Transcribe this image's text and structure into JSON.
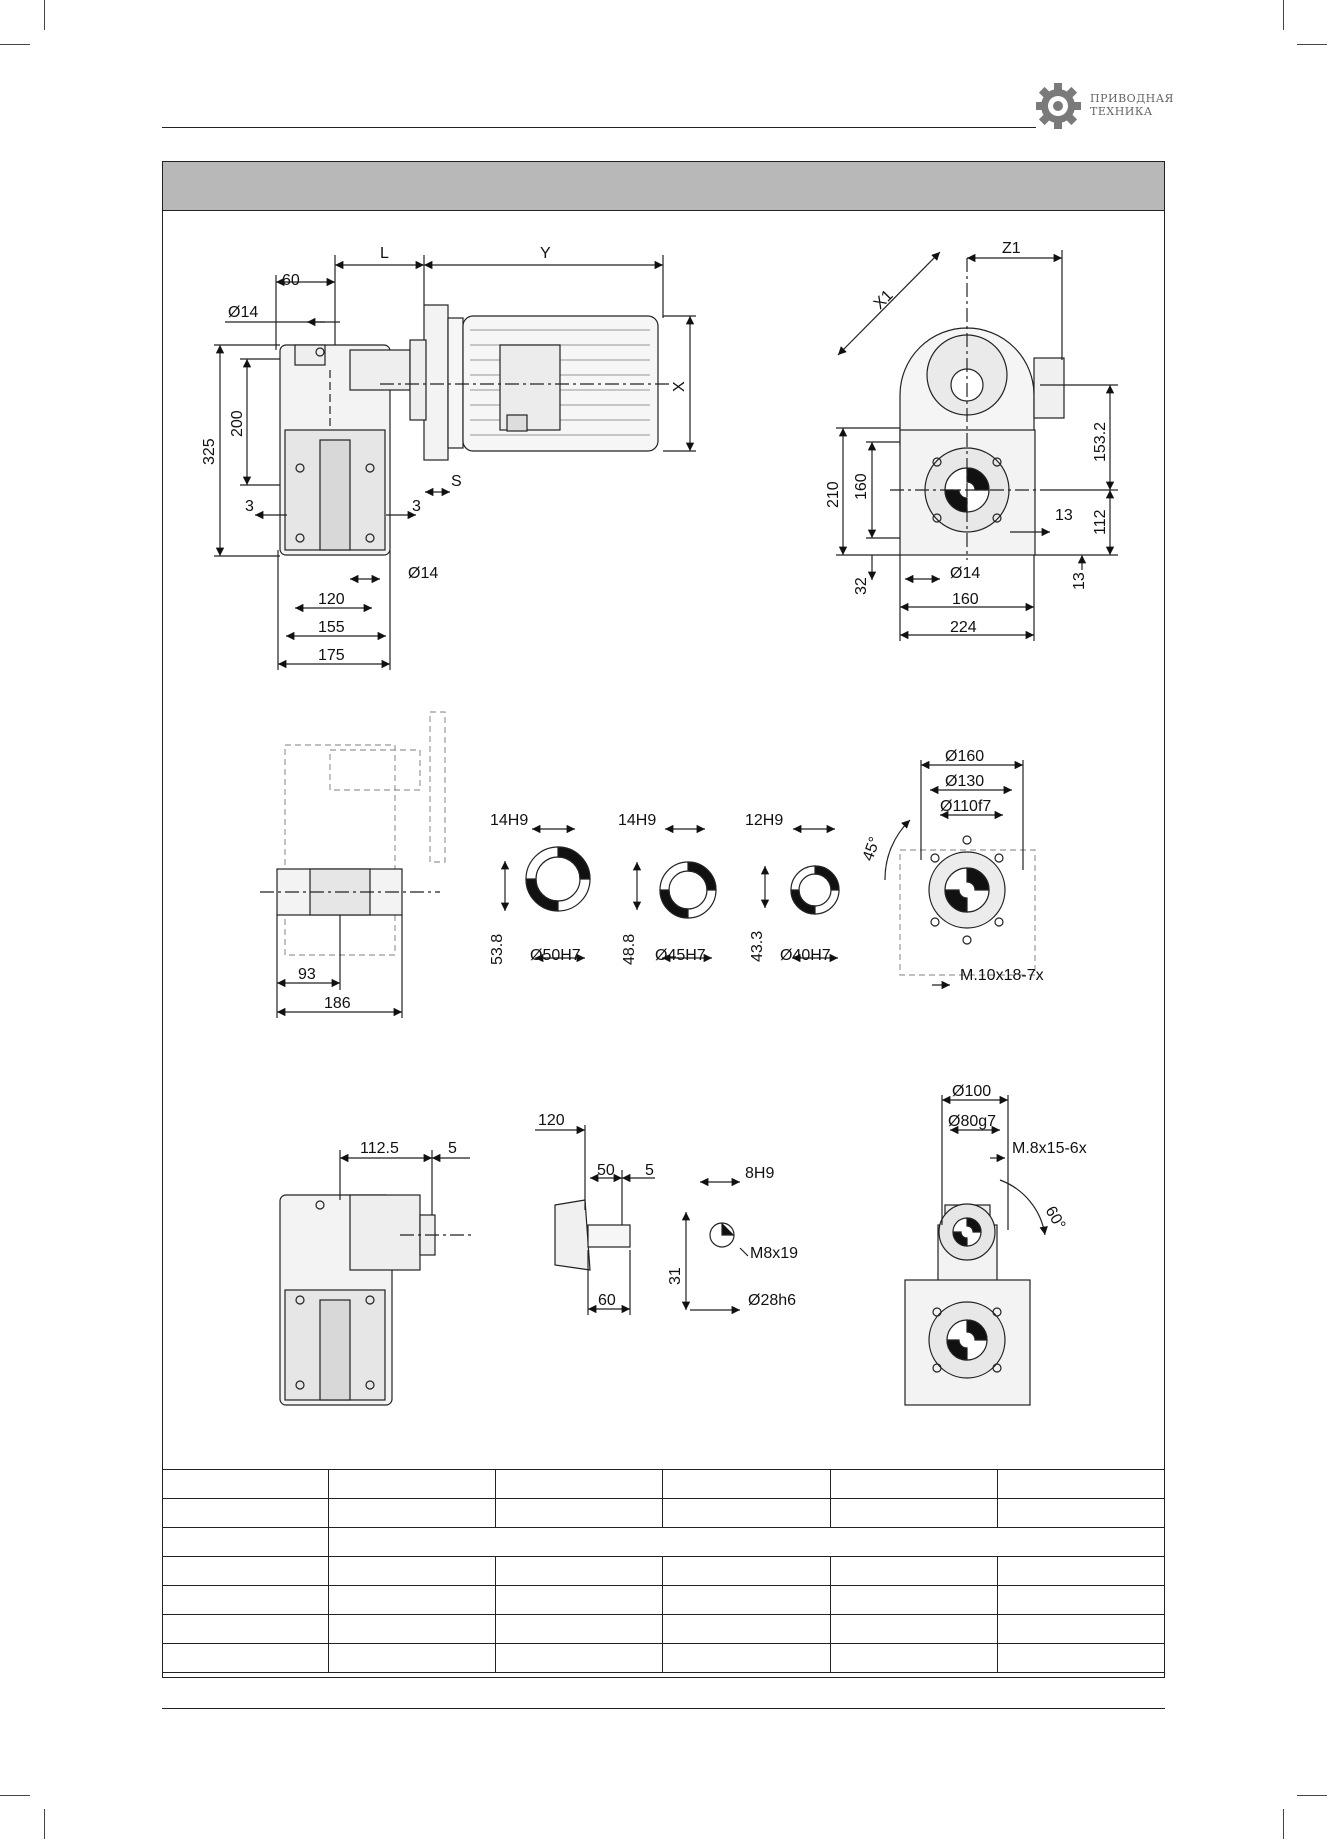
{
  "brand": {
    "line1": "ПРИВОДНАЯ",
    "line2": "ТЕХНИКА",
    "gear_icon": "gear-icon",
    "color": "#6b6b6b"
  },
  "header_band_color": "#b8b8b8",
  "view_top_left": {
    "dim_60": "60",
    "dim_L": "L",
    "dim_Y": "Y",
    "dim_phi14_top": "Ø14",
    "dim_325": "325",
    "dim_200": "200",
    "dim_X": "X",
    "dim_S": "S",
    "dim_3_left": "3",
    "dim_3_right": "3",
    "dim_phi14_bottom": "Ø14",
    "dim_120": "120",
    "dim_155": "155",
    "dim_175": "175"
  },
  "view_top_right": {
    "dim_Z1": "Z1",
    "dim_X1": "X1",
    "dim_153_2": "153.2",
    "dim_210": "210",
    "dim_160_v": "160",
    "dim_13_a": "13",
    "dim_112": "112",
    "dim_32": "32",
    "dim_phi14": "Ø14",
    "dim_13_b": "13",
    "dim_160_h": "160",
    "dim_224": "224"
  },
  "view_middle": {
    "dim_93": "93",
    "dim_186": "186",
    "bore1": {
      "key": "14H9",
      "height": "53.8",
      "dia": "Ø50H7"
    },
    "bore2": {
      "key": "14H9",
      "height": "48.8",
      "dia": "Ø45H7"
    },
    "bore3": {
      "key": "12H9",
      "height": "43.3",
      "dia": "Ø40H7"
    },
    "flange": {
      "d160": "Ø160",
      "d130": "Ø130",
      "d110": "Ø110f7",
      "angle": "45°",
      "thread": "M.10x18-7x"
    }
  },
  "view_bottom": {
    "dim_112_5": "112.5",
    "dim_5_a": "5",
    "dim_120": "120",
    "dim_50": "50",
    "dim_5_b": "5",
    "dim_60": "60",
    "dim_8h9": "8H9",
    "dim_m8x19": "M8x19",
    "dim_31": "31",
    "dim_28h6": "Ø28h6",
    "dim_phi100": "Ø100",
    "dim_phi80": "Ø80g7",
    "dim_m8x15": "M.8x15-6x",
    "dim_angle60": "60°"
  }
}
